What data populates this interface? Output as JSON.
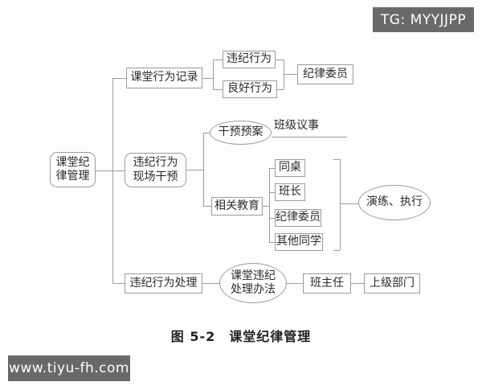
{
  "watermarks": {
    "top_right": "TG: MYYJJPP",
    "bottom_left": "www.tiyu-fh.com"
  },
  "caption": "图 5-2　课堂纪律管理",
  "diagram": {
    "root": "课堂纪\n律管理",
    "record": {
      "label": "课堂行为记录",
      "violation": "违纪行为",
      "good": "良好行为",
      "handler": "纪律委员"
    },
    "intervention": {
      "label": "违纪行为\n现场干预",
      "plan": "干预预案",
      "plan_outcome": "班级议事",
      "education": "相关教育",
      "helpers": [
        "同桌",
        "班长",
        "纪律委员",
        "其他同学"
      ],
      "outcome": "演练、执行"
    },
    "handling": {
      "label": "违纪行为处理",
      "method": "课堂违纪\n处理办法",
      "teacher": "班主任",
      "superior": "上级部门"
    }
  },
  "colors": {
    "line": "#9c9c9c",
    "text": "#2b2b2b",
    "badge_bg": "#696969",
    "background": "#fdfdfd"
  }
}
